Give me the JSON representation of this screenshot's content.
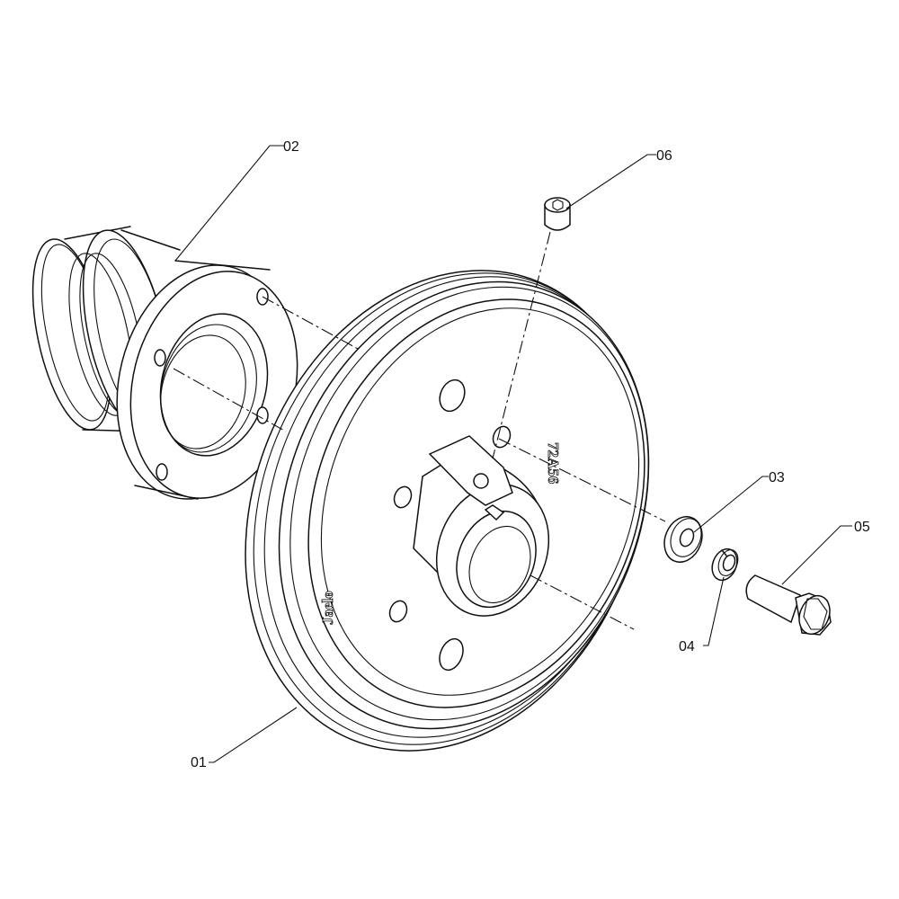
{
  "diagram": {
    "callouts": [
      {
        "id": "01",
        "label": "01"
      },
      {
        "id": "02",
        "label": "02"
      },
      {
        "id": "03",
        "label": "03"
      },
      {
        "id": "04",
        "label": "04"
      },
      {
        "id": "05",
        "label": "05"
      },
      {
        "id": "06",
        "label": "06"
      }
    ],
    "markings": {
      "brand": "Jaelo",
      "part_code": "72A56"
    }
  }
}
